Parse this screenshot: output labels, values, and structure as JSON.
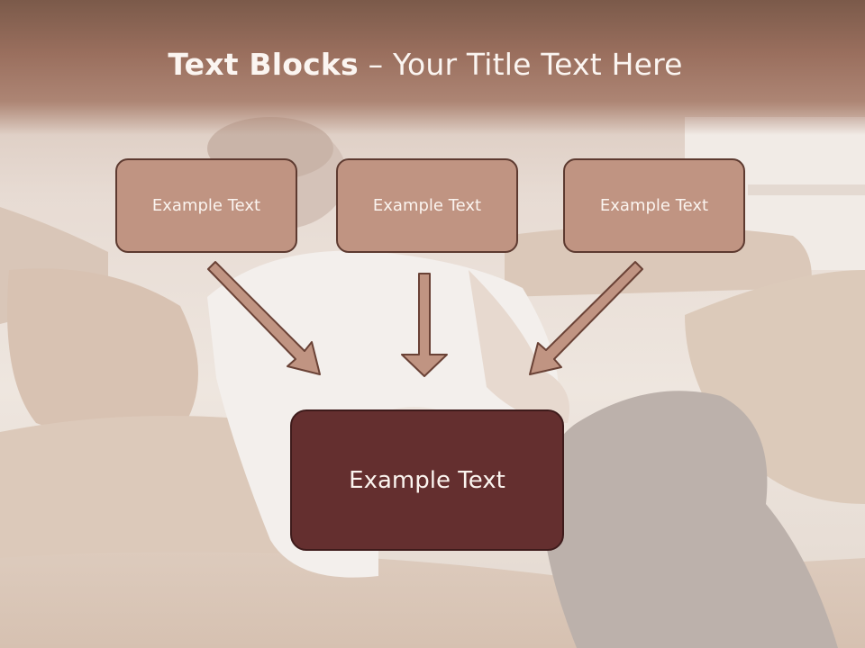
{
  "slide": {
    "title_bold": "Text Blocks",
    "title_dash": " – ",
    "title_rest": "Your Title Text Here"
  },
  "boxes": {
    "left": "Example Text",
    "center": "Example Text",
    "right": "Example Text",
    "main": "Example Text"
  },
  "colors": {
    "title_band": "#9a6f5e",
    "small_box_fill": "#c09482",
    "small_box_border": "#5d3a30",
    "main_box_fill": "#642f2f",
    "arrow_fill": "#c09482"
  },
  "background_image": "man-resting-on-sofa"
}
